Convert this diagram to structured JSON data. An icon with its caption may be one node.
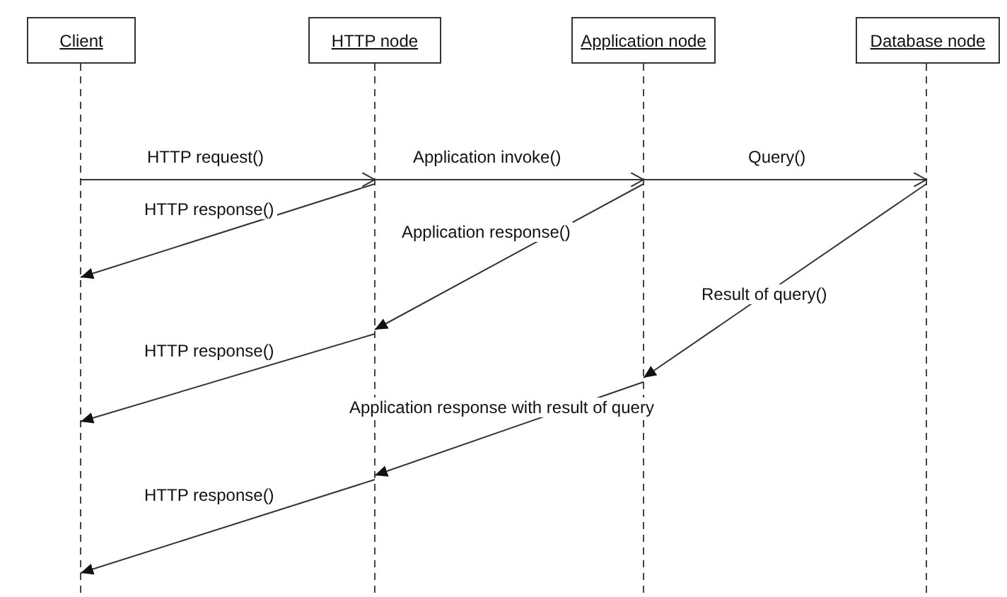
{
  "diagram": {
    "nodes": [
      {
        "text": [
          "Client"
        ]
      },
      {
        "text": [
          "HTTP node"
        ]
      },
      {
        "text": [
          "Application node"
        ]
      },
      {
        "text": [
          "Database node"
        ]
      }
    ],
    "edges": [
      {
        "from": 0,
        "to": 1,
        "arrow": "to",
        "label": "HTTP request()"
      },
      {
        "from": 1,
        "to": 2,
        "arrow": "to",
        "label": "Application invoke()"
      },
      {
        "from": 2,
        "to": 3,
        "arrow": "to",
        "label": "Query()"
      },
      {
        "from": 1,
        "to": 0,
        "arrow": "to",
        "label": "HTTP response()"
      },
      {
        "from": 2,
        "to": 1,
        "arrow": "to",
        "label": "Application response()"
      },
      {
        "from": 1,
        "to": 0,
        "arrow": "to",
        "label": "HTTP response()"
      },
      {
        "from": 3,
        "to": 2,
        "arrow": "to",
        "label": "Result of query()"
      },
      {
        "from": 2,
        "to": 1,
        "arrow": "to",
        "label": "Application response with result of query"
      },
      {
        "from": 1,
        "to": 0,
        "arrow": "to",
        "label": "HTTP response()"
      }
    ]
  }
}
